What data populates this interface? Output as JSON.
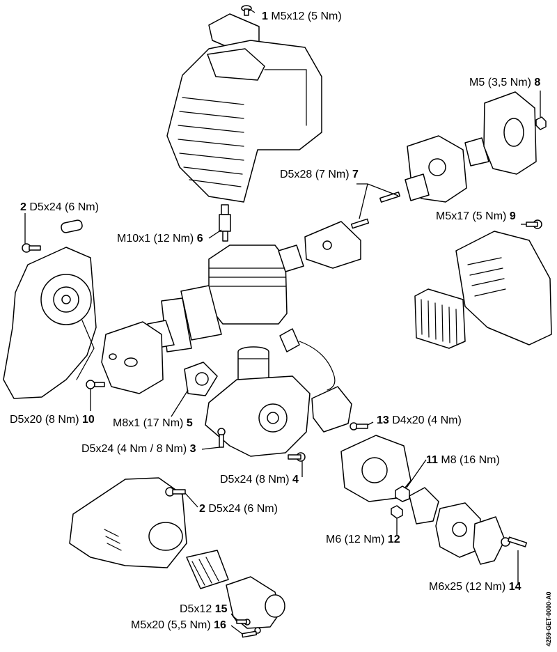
{
  "labels": {
    "l1": {
      "num": "1",
      "spec": "M5x12 (5 Nm)"
    },
    "l8": {
      "num": "8",
      "spec": "M5 (3,5 Nm)"
    },
    "l7": {
      "num": "7",
      "spec": "D5x28 (7 Nm)"
    },
    "l2a": {
      "num": "2",
      "spec": "D5x24 (6 Nm)"
    },
    "l9": {
      "num": "9",
      "spec": "M5x17 (5 Nm)"
    },
    "l6": {
      "num": "6",
      "spec": "M10x1 (12 Nm)"
    },
    "l10": {
      "num": "10",
      "spec": "D5x20 (8 Nm)"
    },
    "l5": {
      "num": "5",
      "spec": "M8x1 (17 Nm)"
    },
    "l13": {
      "num": "13",
      "spec": "D4x20 (4 Nm)"
    },
    "l3": {
      "num": "3",
      "spec": "D5x24 (4 Nm / 8 Nm)"
    },
    "l11": {
      "num": "11",
      "spec": "M8 (16 Nm)"
    },
    "l4": {
      "num": "4",
      "spec": "D5x24 (8 Nm)"
    },
    "l2b": {
      "num": "2",
      "spec": "D5x24 (6 Nm)"
    },
    "l12": {
      "num": "12",
      "spec": "M6 (12 Nm)"
    },
    "l14": {
      "num": "14",
      "spec": "M6x25 (12 Nm)"
    },
    "l15": {
      "num": "15",
      "spec": "D5x12"
    },
    "l16": {
      "num": "16",
      "spec": "M5x20 (5,5 Nm)"
    }
  },
  "drawing_code": "4259-GET-0000-A0"
}
